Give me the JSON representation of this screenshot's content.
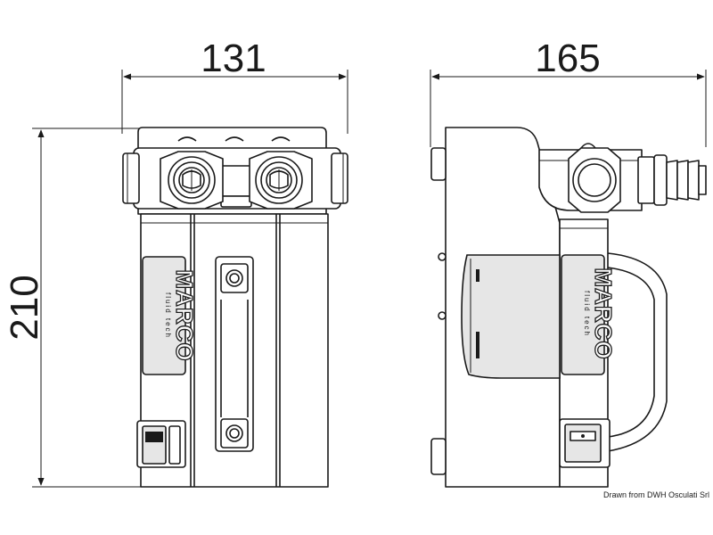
{
  "dimensions": {
    "front_width": "131",
    "side_width": "165",
    "height": "210"
  },
  "brand": {
    "name": "MARCO",
    "subtitle": "fluid tech"
  },
  "credit": "Drawn from DWH Osculati Srl"
}
